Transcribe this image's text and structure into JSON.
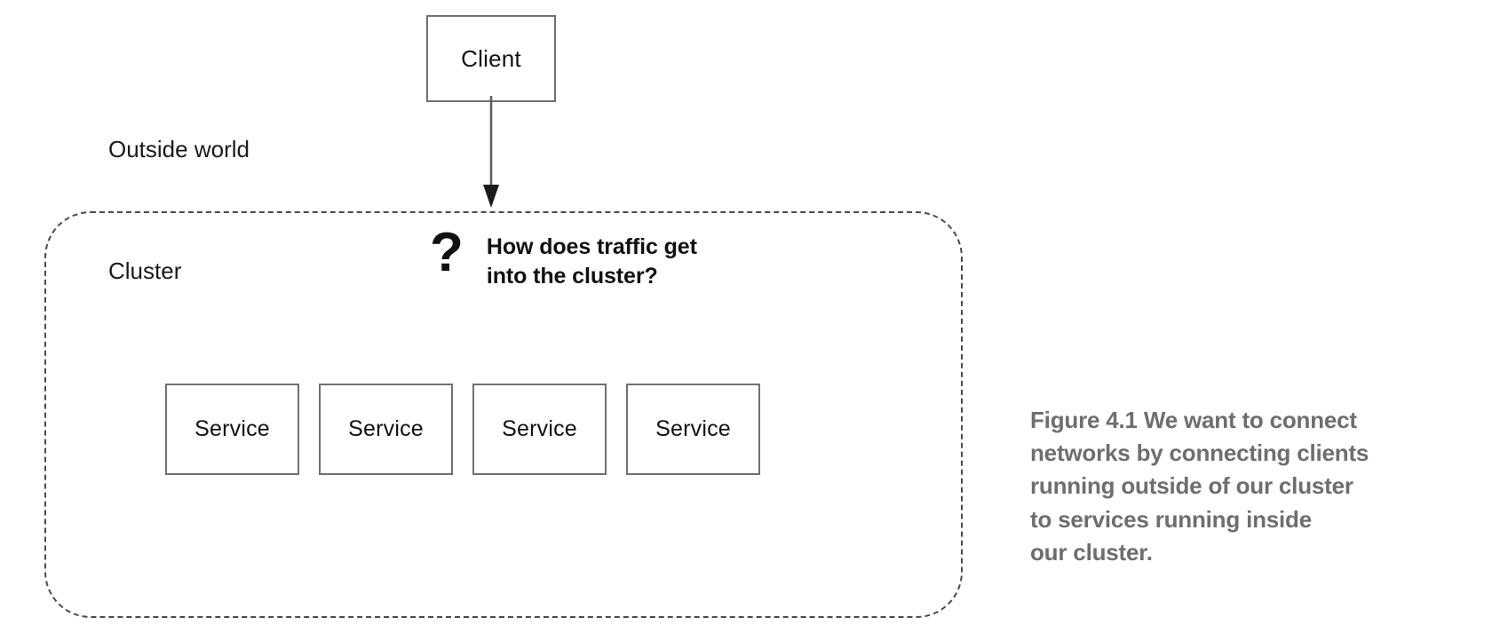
{
  "figure": {
    "caption": "Figure 4.1   We want to connect\nnetworks by connecting clients\nrunning outside of our cluster\nto services running inside\nour cluster.",
    "caption_color": "#6d6e71"
  },
  "diagram": {
    "client": {
      "label": "Client"
    },
    "outside_world_label": "Outside world",
    "cluster": {
      "label": "Cluster",
      "border_style": "dashed",
      "border_color": "#4a4a4a"
    },
    "question": {
      "icon": "?",
      "text": "How does traffic get\ninto the cluster?"
    },
    "services": [
      {
        "label": "Service"
      },
      {
        "label": "Service"
      },
      {
        "label": "Service"
      },
      {
        "label": "Service"
      }
    ],
    "arrow": {
      "from": "client",
      "to": "cluster",
      "color": "#5b5c5e"
    },
    "box_border_color": "#6f7072",
    "text_color": "#121212"
  }
}
